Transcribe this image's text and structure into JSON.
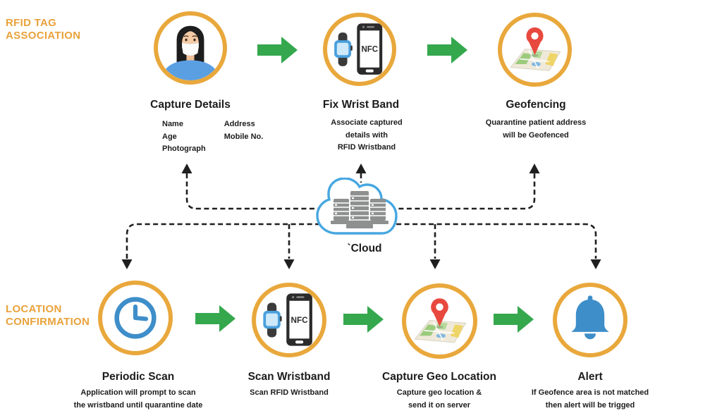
{
  "colors": {
    "background": "#ffffff",
    "gold_ring": "#E9A83C",
    "section_label_orange": "#E9A23B",
    "green_arrow": "#35A84E",
    "icon_blue": "#3E8EC9",
    "cloud_outline_blue": "#47A7E0",
    "pin_red": "#E8493E",
    "text": "#1c1c1c"
  },
  "section_labels": {
    "top": {
      "line1": "RFID TAG",
      "line2": "ASSOCIATION"
    },
    "bottom": {
      "line1": "LOCATION",
      "line2": "CONFIRMATION"
    }
  },
  "top_row": [
    {
      "title": "Capture Details",
      "icon": "masked-person-icon",
      "details_col1": [
        "Name",
        "Age",
        "Photograph"
      ],
      "details_col2": [
        "Address",
        "Mobile No."
      ]
    },
    {
      "title": "Fix Wrist Band",
      "icon": "nfc-phone-watch-icon",
      "description": [
        "Associate captured",
        "details with",
        "RFID Wristband"
      ]
    },
    {
      "title": "Geofencing",
      "icon": "map-pin-icon",
      "description": [
        "Quarantine patient address",
        "will be Geofenced"
      ]
    }
  ],
  "cloud": {
    "label": "`Cloud"
  },
  "nfc_label": "NFC",
  "bottom_row": [
    {
      "title": "Periodic Scan",
      "icon": "clock-icon",
      "description": [
        "Application will prompt to scan",
        "the wristband until quarantine date"
      ]
    },
    {
      "title": "Scan Wristband",
      "icon": "nfc-phone-watch-icon",
      "description": [
        "Scan RFID Wristband"
      ]
    },
    {
      "title": "Capture Geo Location",
      "icon": "map-pin-icon",
      "description": [
        "Capture geo location &",
        "send it on server"
      ]
    },
    {
      "title": "Alert",
      "icon": "bell-icon",
      "description": [
        "If Geofence area is not matched",
        "then alert will be trigged"
      ]
    }
  ]
}
